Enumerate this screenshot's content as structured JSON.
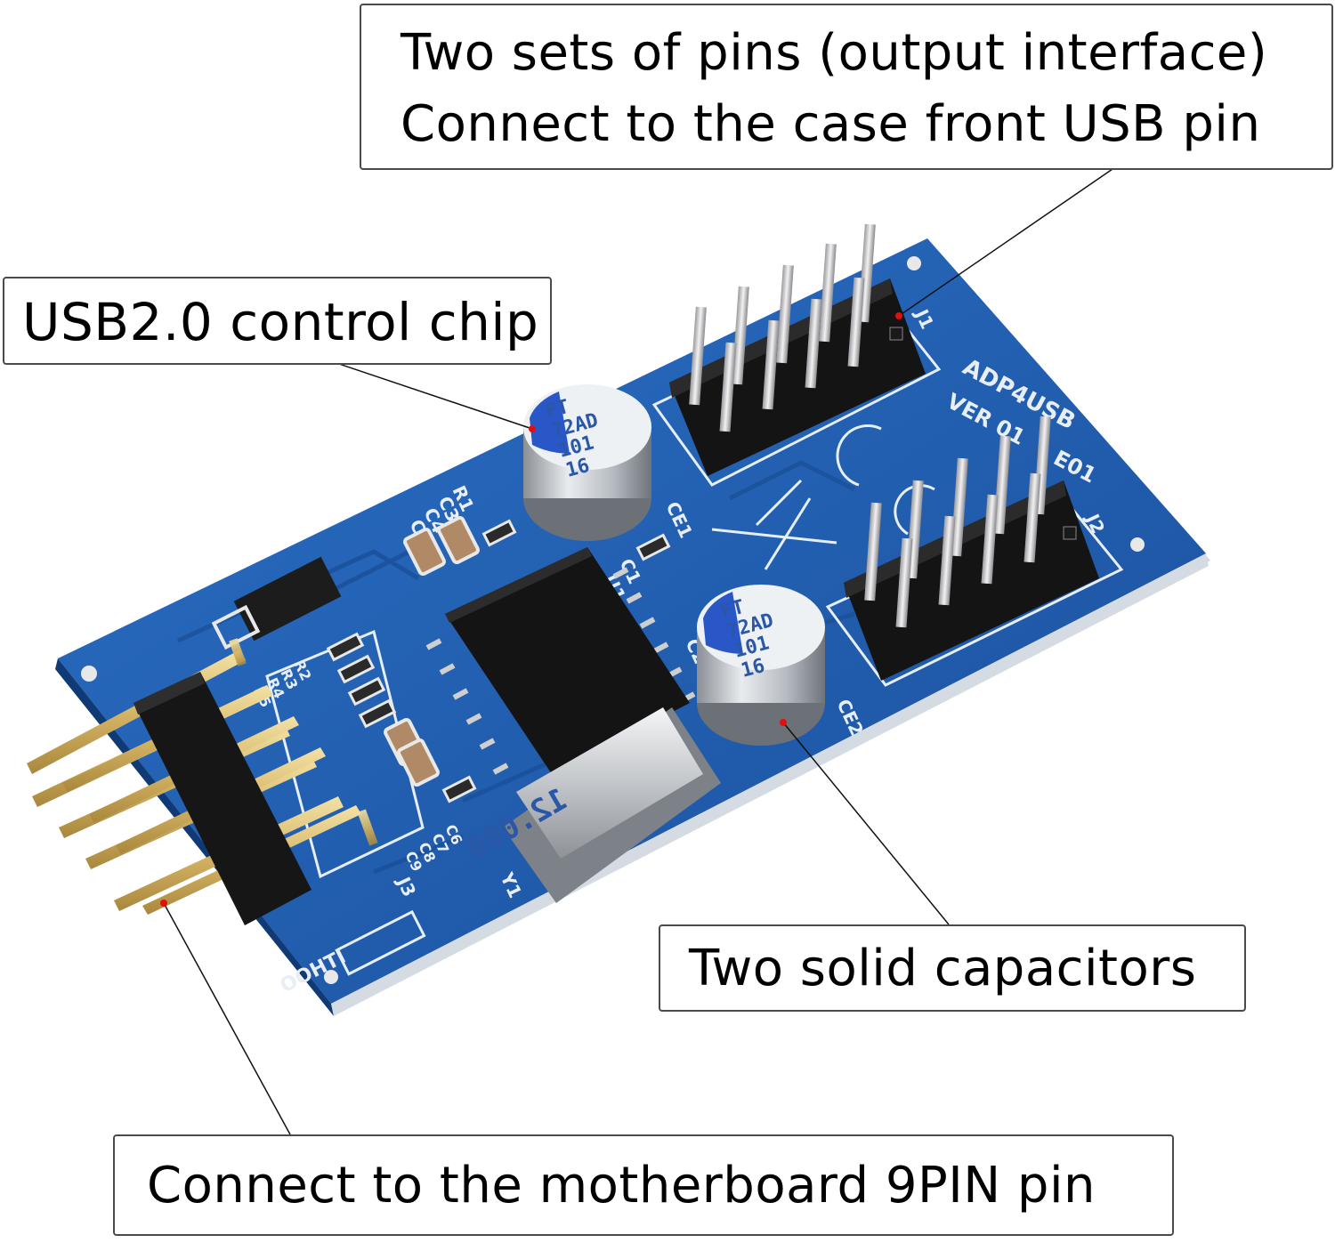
{
  "callouts": {
    "output_pins": {
      "line1": "Two sets of pins (output interface)",
      "line2": "Connect to the case front USB pin"
    },
    "control_chip": "USB2.0 control chip",
    "capacitors": "Two solid capacitors",
    "motherboard": "Connect to the motherboard 9PIN pin"
  },
  "board_silkscreen": {
    "model": "ADP4USB",
    "version": "VER 01",
    "rev": "E01",
    "labels": [
      "R1",
      "C3",
      "C4",
      "C5",
      "C1",
      "U1",
      "CE1",
      "CE2",
      "C2",
      "J1",
      "J2",
      "J3",
      "Y1",
      "ITHOO"
    ],
    "resistors": [
      "R2",
      "R3",
      "R4",
      "R5"
    ],
    "caps_lower": [
      "C6",
      "C7",
      "C8",
      "C9"
    ],
    "capacitor_text": [
      "FT",
      "72AD",
      "101",
      "16"
    ],
    "crystal_text": "12.000"
  },
  "colors": {
    "pcb": "#1f5fb3",
    "pcb_dark": "#174a92",
    "marker": "#e01010",
    "leader": "#111111"
  }
}
